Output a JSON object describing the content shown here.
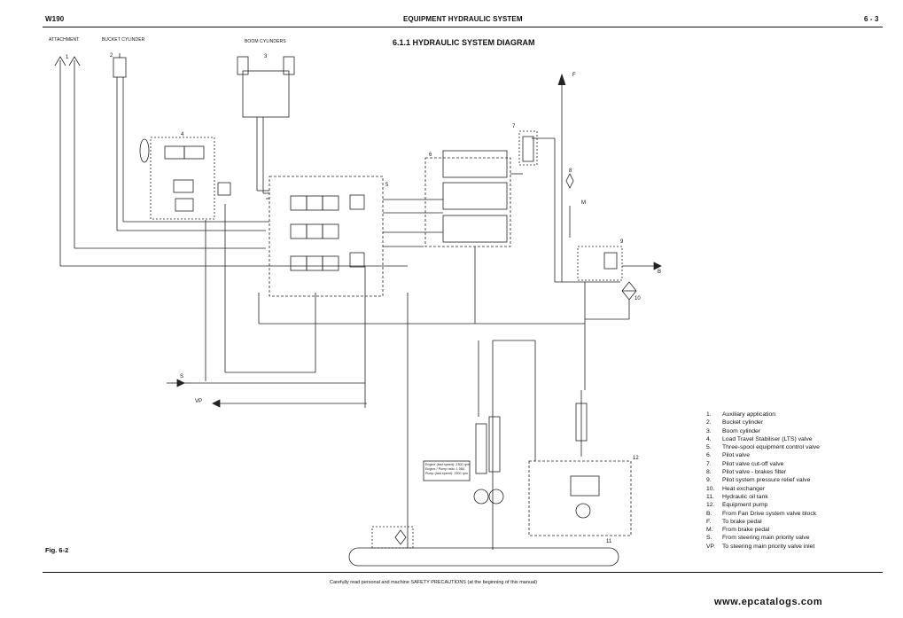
{
  "header": {
    "left": "W190",
    "center": "EQUIPMENT HYDRAULIC SYSTEM",
    "right": "6 - 3"
  },
  "subtitle": "6.1.1 HYDRAULIC SYSTEM DIAGRAM",
  "diagram_labels": {
    "attachment": "ATTACHMENT",
    "bucket_cylinder": "BUCKET CYLINDER",
    "boom_cylinders": "BOOM CYLINDERS",
    "n1": "1",
    "n2": "2",
    "n3": "3",
    "n4": "4",
    "n5": "5",
    "n6": "6",
    "n7": "7",
    "n8": "8",
    "n9": "9",
    "n10": "10",
    "n11": "11",
    "n12": "12",
    "f": "F",
    "m": "M",
    "b": "B",
    "s": "S",
    "vp": "VP",
    "pump_note": "Engine (fast speed): 2300 rpm\nEngine / Pump ratio: 1.084\nPump (fast speed): 2300 rpm"
  },
  "legend": [
    {
      "key": "1.",
      "text": "Auxiliary application"
    },
    {
      "key": "2.",
      "text": "Bucket cylinder"
    },
    {
      "key": "3.",
      "text": "Boom cylinder"
    },
    {
      "key": "4.",
      "text": "Load Travel Stabiliser (LTS) valve"
    },
    {
      "key": "5.",
      "text": "Three-spool equipment control valve"
    },
    {
      "key": "6.",
      "text": "Pilot valve"
    },
    {
      "key": "7.",
      "text": "Pilot valve cut-off valve"
    },
    {
      "key": "8.",
      "text": "Pilot valve - brakes filter"
    },
    {
      "key": "9.",
      "text": "Pilot system pressure relief valve"
    },
    {
      "key": "10.",
      "text": "Heat exchanger"
    },
    {
      "key": "11.",
      "text": "Hydraulic oil tank"
    },
    {
      "key": "12.",
      "text": "Equipment pump"
    },
    {
      "key": "B.",
      "text": "From Fan Drive system valve block"
    },
    {
      "key": "F.",
      "text": "To brake pedal"
    },
    {
      "key": "M.",
      "text": "From brake pedal"
    },
    {
      "key": "S.",
      "text": "From steering main priority valve"
    },
    {
      "key": "VP.",
      "text": "To steering main priority valve inlet"
    }
  ],
  "figure": "Fig. 6-2",
  "footer": "Carefully read personal and machine SAFETY PRECAUTIONS (at the beginning of this manual)",
  "watermark": "www.epcatalogs.com"
}
